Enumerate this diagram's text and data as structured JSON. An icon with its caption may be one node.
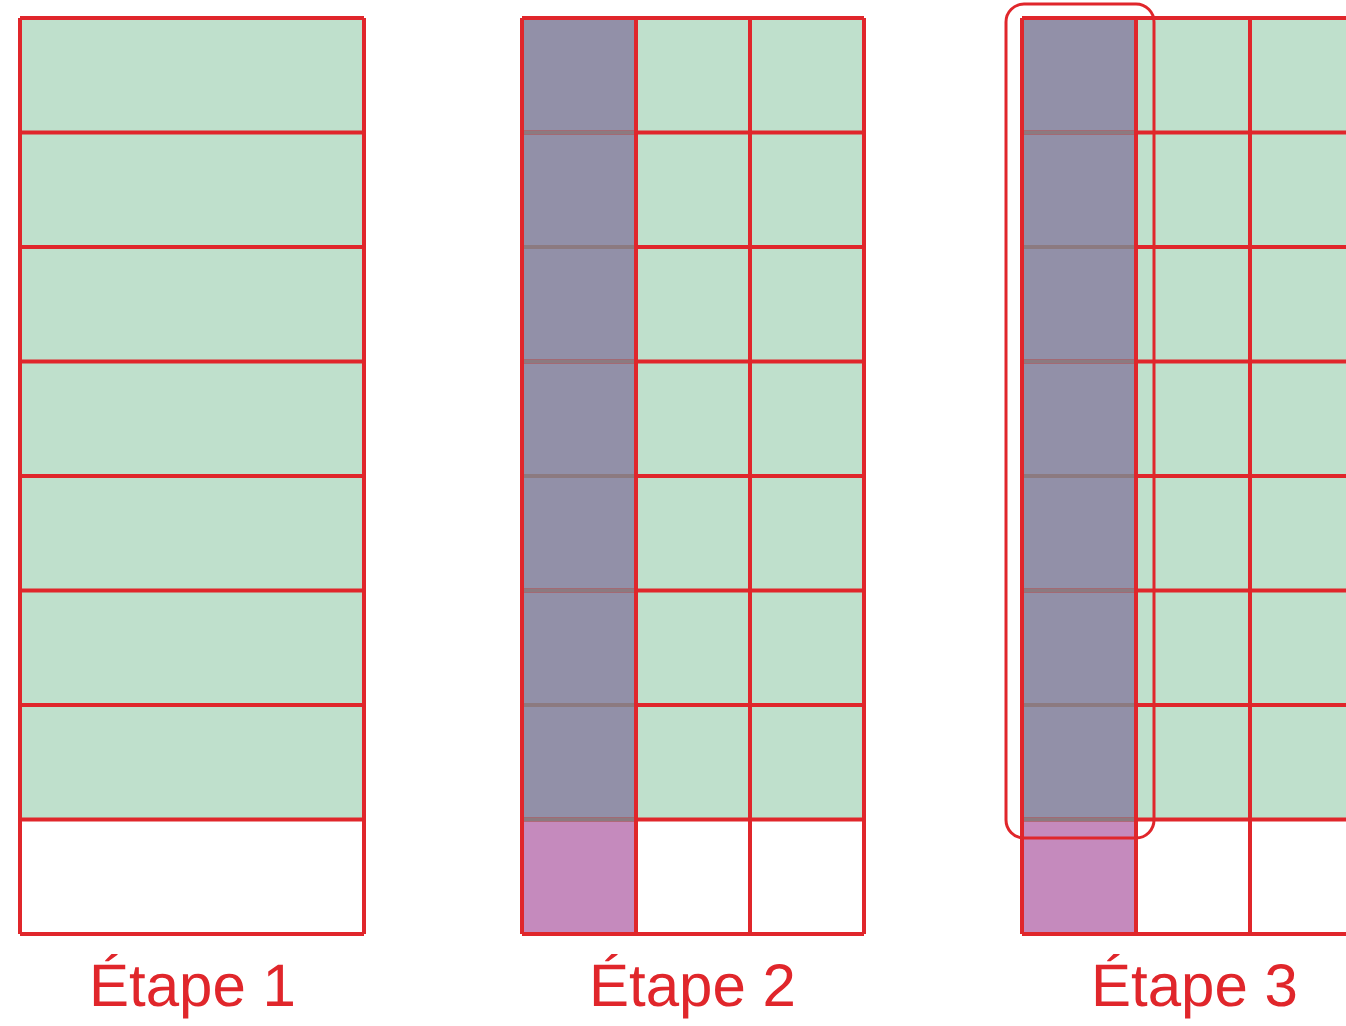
{
  "diagram": {
    "labels": [
      "Étape 1",
      "Étape 2",
      "Étape 3"
    ]
  }
}
